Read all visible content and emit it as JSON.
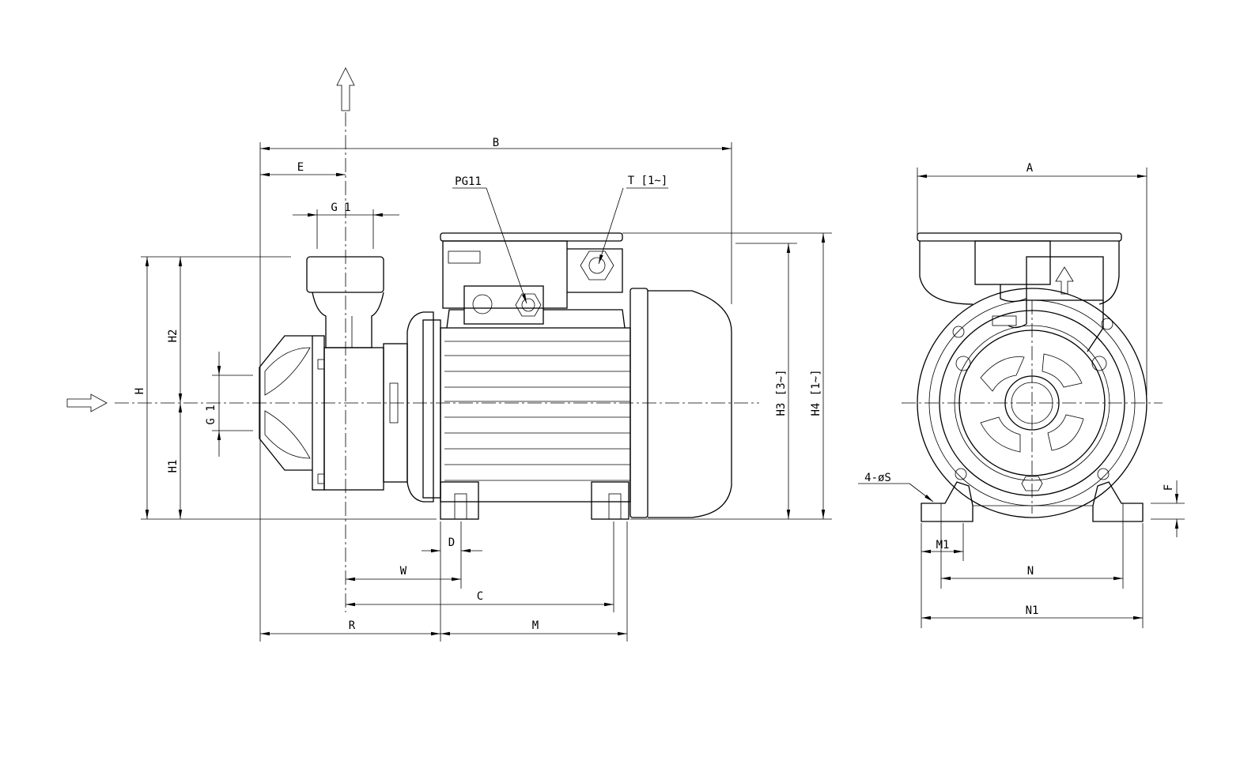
{
  "title": "Centrifugal pump dimensional drawing",
  "side_view": {
    "labels": {
      "B": "B",
      "E": "E",
      "G1_top": "G 1",
      "PG11": "PG11",
      "T": "T [1~]",
      "H": "H",
      "H2": "H2",
      "H1": "H1",
      "G1_side": "G 1",
      "H3": "H3 [3~]",
      "H4": "H4 [1~]",
      "D": "D",
      "W": "W",
      "C": "C",
      "R": "R",
      "M": "M"
    }
  },
  "front_view": {
    "labels": {
      "A": "A",
      "S": "4-øS",
      "F": "F",
      "M1": "M1",
      "N": "N",
      "N1": "N1"
    }
  }
}
